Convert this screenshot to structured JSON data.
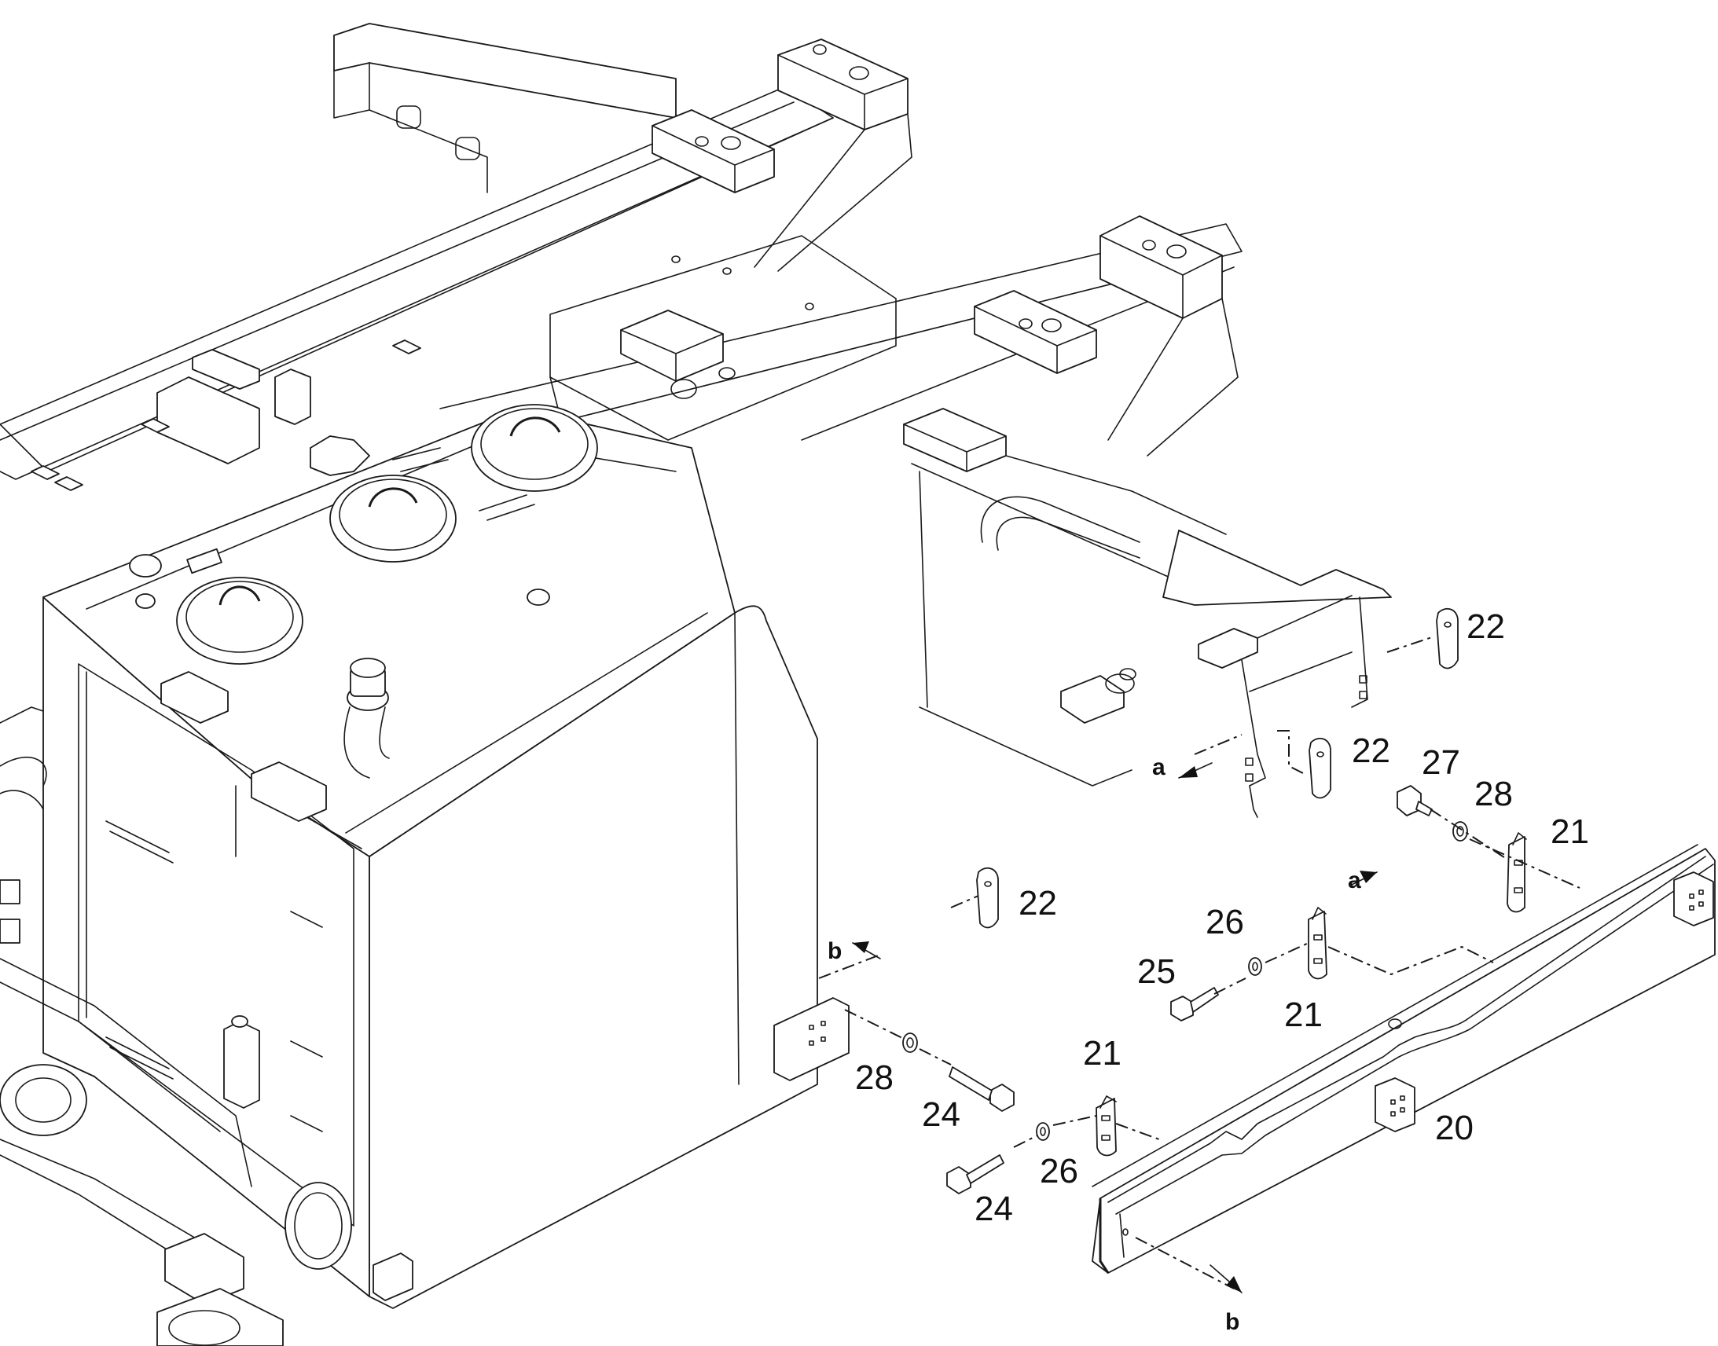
{
  "colors": {
    "line": "#1a1a1a",
    "background": "#ffffff"
  },
  "callouts": {
    "c20": "20",
    "c21a": "21",
    "c21b": "21",
    "c21c": "21",
    "c22a": "22",
    "c22b": "22",
    "c22c": "22",
    "c24a": "24",
    "c24b": "24",
    "c25": "25",
    "c26a": "26",
    "c26b": "26",
    "c27": "27",
    "c28a": "28",
    "c28b": "28"
  },
  "view_markers": {
    "a1": "a",
    "a2": "a",
    "b1": "b",
    "b2": "b"
  }
}
